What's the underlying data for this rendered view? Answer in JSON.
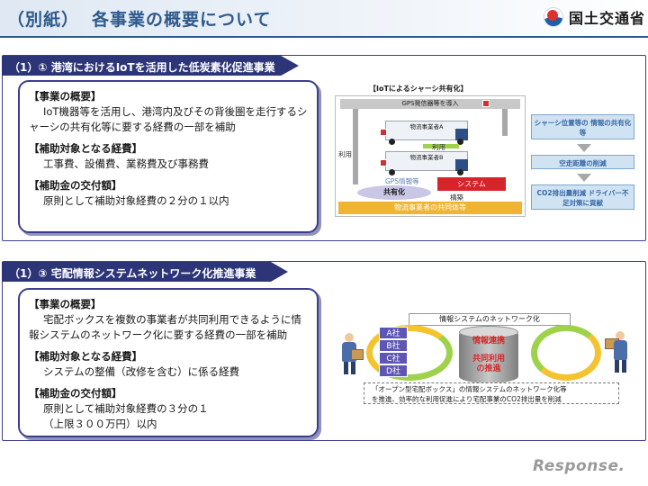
{
  "header": {
    "title_prefix": "（別紙）",
    "title_main": "各事業の概要について",
    "logo_text": "国土交通省"
  },
  "section1": {
    "tab": "（1）① 港湾におけるIoTを活用した低炭素化促進事業",
    "h1": "【事業の概要】",
    "b1": "IoT機器等を活用し、港湾内及びその背後圏を走行するシャーシの共有化等に要する経費の一部を補助",
    "h2": "【補助対象となる経費】",
    "b2": "工事費、設備費、業務費及び事務費",
    "h3": "【補助金の交付額】",
    "b3": "原則として補助対象経費の２分の１以内",
    "diagram": {
      "title": "【IoTによるシャーシ共有化】",
      "gps_bar": "GPS発信器等を導入",
      "truck_a": "物流事業者A",
      "truck_b": "物流事業者B",
      "riyo_left": "利用",
      "riyo_mid": "利用",
      "gps_info": "GPS情報等",
      "system": "システム",
      "kyoyu": "共有化",
      "kochiku": "構築",
      "kyodotai": "物流事業者の共同体等",
      "flow1": "シャーシ位置等の 情報の共有化等",
      "flow2": "空走距離の削減",
      "flow3": "CO2排出量削減 ドライバー不足対策に貢献"
    }
  },
  "section2": {
    "tab": "（1）③ 宅配情報システムネットワーク化推進事業",
    "h1": "【事業の概要】",
    "b1": "宅配ボックスを複数の事業者が共同利用できるように情報システムのネットワーク化に要する経費の一部を補助",
    "h2": "【補助対象となる経費】",
    "b2": "システムの整備（改修を含む）に係る経費",
    "h3": "【補助金の交付額】",
    "b3a": "原則として補助対象経費の３分の１",
    "b3b": "（上限３００万円）以内",
    "diagram": {
      "net_title": "情報システムのネットワーク化",
      "companies": [
        "A社",
        "B社",
        "C社",
        "D社"
      ],
      "cyl1": "情報連携",
      "cyl2a": "共同利用",
      "cyl2b": "の推進",
      "cap1": "「オープン型宅配ボックス」の情報システムのネットワーク化等",
      "cap2": "を推進、効率的な利用促進により宅配事業のCO2排出量を削減"
    }
  },
  "watermark": "Response."
}
